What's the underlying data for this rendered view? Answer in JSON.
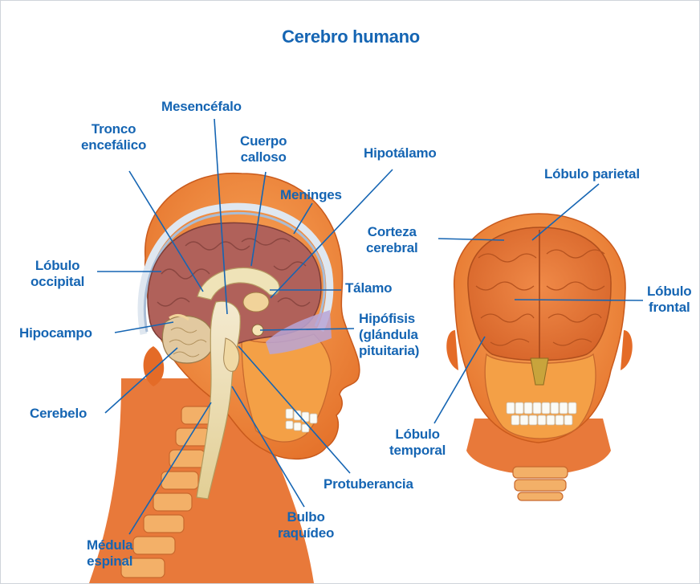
{
  "title": "Cerebro humano",
  "labels": {
    "mesencefalo": "Mesencéfalo",
    "tronco": "Tronco\nencefálico",
    "cuerpo_calloso": "Cuerpo\ncalloso",
    "hipotalamo": "Hipotálamo",
    "meninges": "Meninges",
    "lobulo_occipital": "Lóbulo\noccipital",
    "hipocampo": "Hipocampo",
    "cerebelo": "Cerebelo",
    "medula_espinal": "Médula\nespinal",
    "talamo": "Tálamo",
    "hipofisis": "Hipófisis\n(glándula\npituitaria)",
    "protuberancia": "Protuberancia",
    "bulbo_raquideo": "Bulbo\nraquídeo",
    "corteza_cerebral": "Corteza\ncerebral",
    "lobulo_parietal": "Lóbulo parietal",
    "lobulo_frontal": "Lóbulo\nfrontal",
    "lobulo_temporal": "Lóbulo\ntemporal"
  },
  "colors": {
    "label": "#1565b3",
    "skin": "#f08a3c",
    "skin_dark": "#d9621f",
    "brain": "#b0615a",
    "brain_front": "#e8763a",
    "skull": "#f7a54a",
    "cerebellum": "#e2c9a0",
    "stem": "#efe3b8",
    "meninges": "#c9d8ea",
    "pituitary": "#b9a4d6"
  }
}
